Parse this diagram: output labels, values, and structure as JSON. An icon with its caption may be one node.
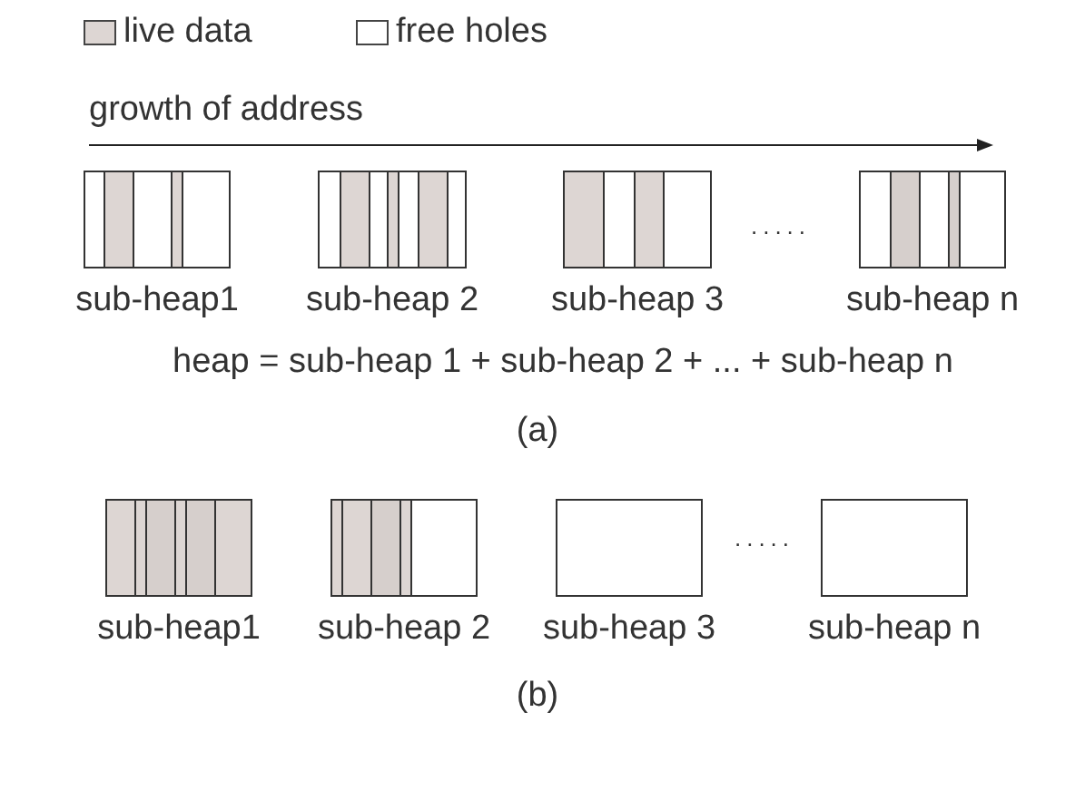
{
  "diagram": {
    "nodes": [
      {
        "text": [
          "sub-heap1"
        ]
      },
      {
        "text": [
          "sub-heap 2"
        ]
      },
      {
        "text": [
          "sub-heap 3"
        ]
      },
      {
        "text": [
          "sub-heap n"
        ]
      },
      {
        "text": [
          "sub-heap1"
        ]
      },
      {
        "text": [
          "sub-heap 2"
        ]
      },
      {
        "text": [
          "sub-heap 3"
        ]
      },
      {
        "text": [
          "sub-heap n"
        ]
      }
    ],
    "edges": [],
    "labels": [
      "growth of address",
      ".....",
      "heap = sub-heap 1 + sub-heap 2 + ... + sub-heap n",
      "(a)",
      ".....",
      "(b)"
    ],
    "legend": [
      {
        "text": "live data",
        "color": "#ddd6d3"
      },
      {
        "text": "free holes",
        "color": "#ffffff"
      }
    ]
  }
}
